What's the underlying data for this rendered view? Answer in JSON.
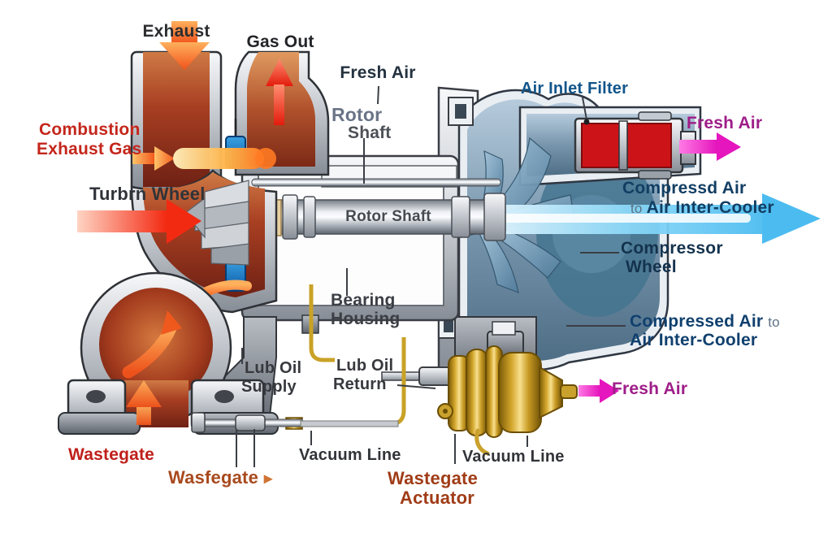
{
  "diagram": {
    "subject": "Turbocharger cutaway diagram"
  },
  "labels": {
    "exhaust": "Exhaust",
    "gas_out": "Gas Out",
    "fresh_air_top": "Fresh Air",
    "rotor": "Rotor",
    "shaft": "Shaft",
    "air_inlet_filter": "Air Inlet Filter",
    "fresh_air_right": "Fresh Air",
    "combustion": "Combustion",
    "exhaust_gas": "Exhaust Gas",
    "turbine_wheel": "Turbrn Wheel",
    "compressd_air": "Compressd Air",
    "to_word": "to",
    "air_intercooler_top": "Air Inter-Cooler",
    "compressor": "Compressor",
    "wheel": "Wheel",
    "rotor_shaft_on_shaft": "Rotor Shaft",
    "bearing": "Bearing",
    "housing": "Housing",
    "compressed_air": "Compressed Air",
    "air_intercooler_bottom": "Air Inter-Cooler",
    "lub_oil_supply_1": "Lub Oil",
    "lub_oil_supply_2": "Supply",
    "lub_oil_return_1": "Lub Oil",
    "lub_oil_return_2": "Return",
    "fresh_air_bottom": "Fresh Air",
    "wastegate_red": "Wastegate",
    "wastegate_brown": "Wasfegate",
    "vacuum_line_left": "Vacuum Line",
    "wastegate_actuator_1": "Wastegate",
    "wastegate_actuator_2": "Actuator",
    "vacuum_line_right": "Vacuum Line"
  },
  "icons": {
    "wastegate_pointer": "▸"
  },
  "colors": {
    "label_red": "#c4261b",
    "label_brown": "#a8451e",
    "label_brown_dark": "#a03c17",
    "label_navy": "#123e63",
    "label_blue": "#12558a",
    "label_magenta": "#9e1d88",
    "label_dark": "#2c2d30",
    "arrow_orange": "#f2591c",
    "arrow_red": "#e31b0c",
    "arrow_magenta": "#e818c0",
    "air_beam_blue": "#4cbcf0",
    "exhaust_interior_red": "#a83f22",
    "compressor_blue": "#7795ac",
    "actuator_gold": "#d4a62c",
    "oil_line_gold": "#c9a227",
    "filter_red": "#cc1418"
  }
}
